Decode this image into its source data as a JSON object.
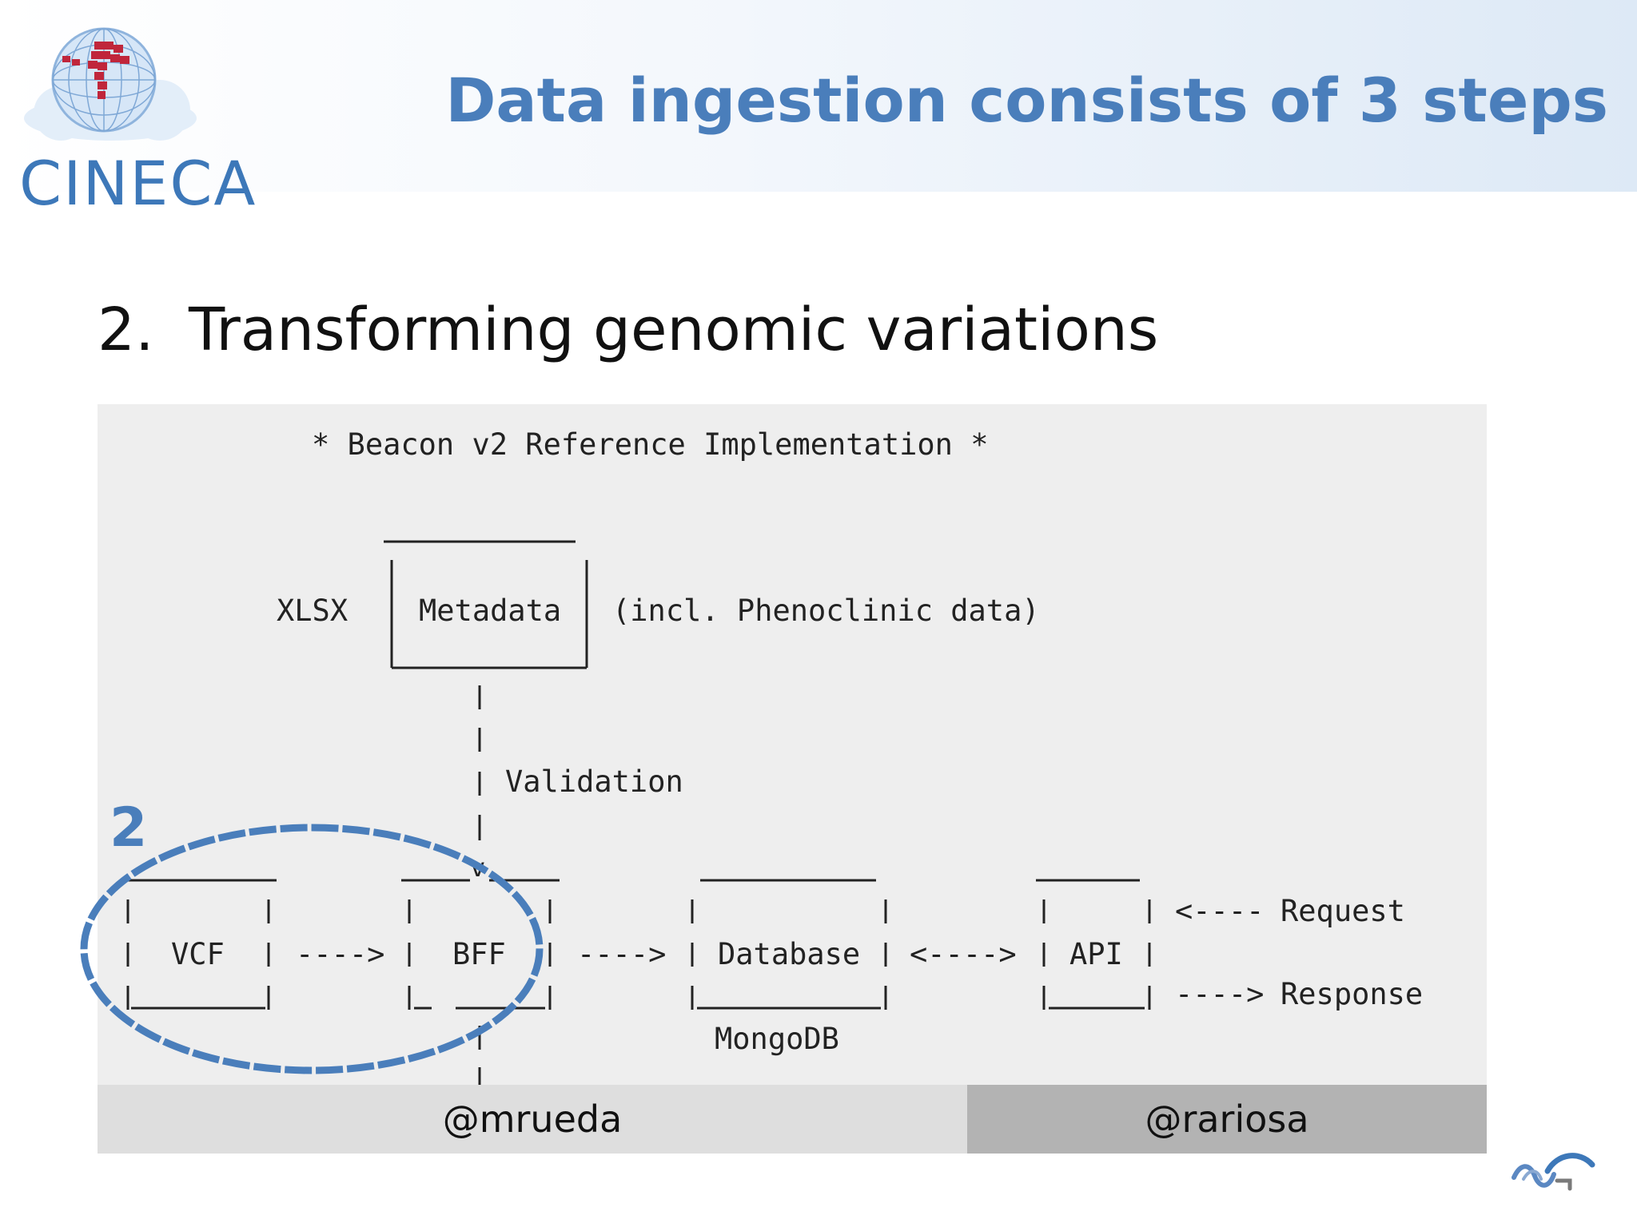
{
  "header": {
    "logo_text": "CINECA",
    "title": "Data ingestion consists of 3 steps"
  },
  "subtitle": {
    "number": "2.",
    "text": "Transforming genomic variations"
  },
  "diagram": {
    "heading": "* Beacon v2 Reference Implementation *",
    "xlsx_label": "XLSX",
    "metadata_label": "Metadata",
    "metadata_note": "(incl. Phenoclinic data)",
    "validation_label": "Validation",
    "vcf_label": "VCF",
    "bff_label": "BFF",
    "database_label": "Database",
    "mongodb_label": "MongoDB",
    "api_label": "API",
    "request_label": "Request",
    "response_label": "Response",
    "arrow_right": "---->",
    "arrow_both": "<---->",
    "arrow_in": "<----",
    "arrow_v": "v",
    "highlight_step": "2",
    "colors": {
      "highlight": "#4a7ebb",
      "panel_bg": "#eeeeee",
      "line": "#222222"
    }
  },
  "credits": {
    "left": "@mrueda",
    "right": "@rariosa"
  }
}
